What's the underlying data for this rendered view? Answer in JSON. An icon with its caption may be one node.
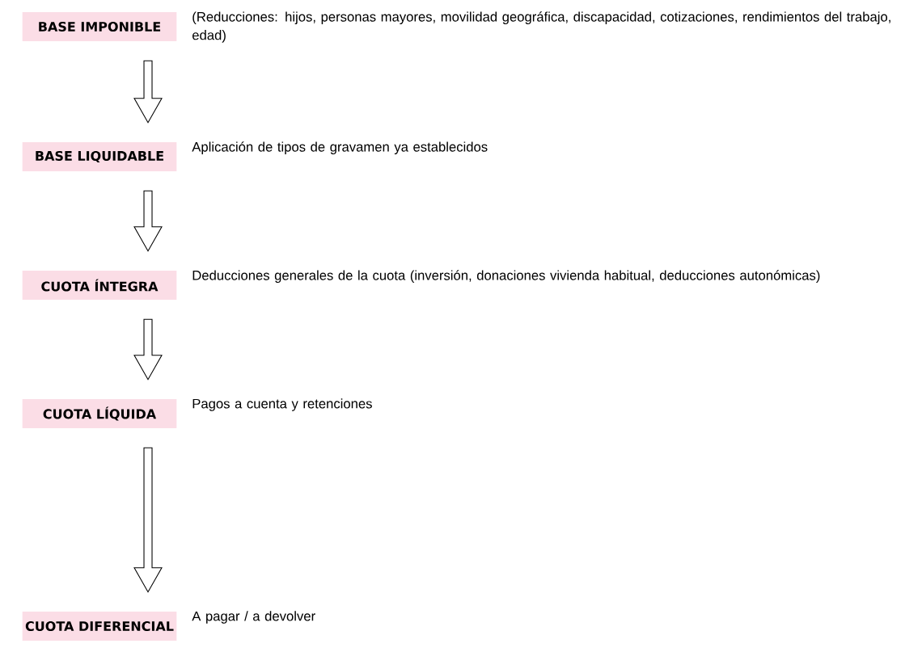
{
  "diagram": {
    "nodes": [
      {
        "text": [
          "BASE IMPONIBLE"
        ],
        "beside": [
          "(Reducciones: hijos, personas mayores, movilidad geográfica, discapacidad, cotizaciones, rendimientos del trabajo, edad)"
        ]
      },
      {
        "text": [
          "BASE LIQUIDABLE"
        ],
        "beside": [
          "Aplicación de tipos de gravamen ya establecidos"
        ]
      },
      {
        "text": [
          "CUOTA ÍNTEGRA"
        ],
        "beside": [
          "Deducciones generales de la cuota (inversión, donaciones vivienda habitual, deducciones autonómicas)"
        ]
      },
      {
        "text": [
          "CUOTA LÍQUIDA"
        ],
        "beside": [
          "Pagos a cuenta y retenciones"
        ]
      },
      {
        "text": [
          "CUOTA DIFERENCIAL"
        ],
        "beside": [
          "A pagar / a devolver"
        ]
      }
    ],
    "edges": [
      {
        "from": 0,
        "to": 1,
        "arrow": "to"
      },
      {
        "from": 1,
        "to": 2,
        "arrow": "to"
      },
      {
        "from": 2,
        "to": 3,
        "arrow": "to"
      },
      {
        "from": 3,
        "to": 4,
        "arrow": "to"
      }
    ]
  }
}
